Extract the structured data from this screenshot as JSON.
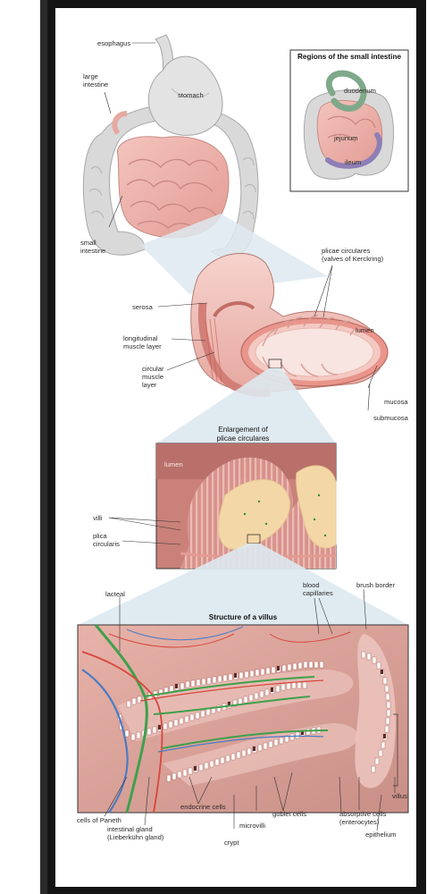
{
  "labels": {
    "esophagus": "esophagus",
    "large_intestine": "large\nintestine",
    "stomach": "stomach",
    "small_intestine": "small\nintestine",
    "inset_title": "Regions of the small intestine",
    "duodenum": "duodenum",
    "jejunum": "jejunum",
    "ileum": "ileum",
    "plicae_circulares": "plicae circulares\n(valves of Kerckring)",
    "serosa": "serosa",
    "longitudinal_muscle": "longitudinal\nmuscle layer",
    "circular_muscle": "circular\nmuscle\nlayer",
    "lumen_1": "lumen",
    "mucosa": "mucosa",
    "submucosa": "submucosa",
    "enlargement_title": "Enlargement of\nplicae circulares",
    "lumen_2": "lumen",
    "villi": "villi",
    "plica_circularis": "plica\ncircularis",
    "lacteal": "lacteal",
    "blood_capillaries": "blood\ncapillaries",
    "brush_border": "brush border",
    "villus_title": "Structure of a villus",
    "cells_of_paneth": "cells of Paneth",
    "endocrine_cells": "endocrine cells",
    "goblet_cells": "goblet cells",
    "absorptive_cells": "absorptive cells\n(enterocytes)",
    "villus": "villus",
    "intestinal_gland": "intestinal gland\n(Lieberkühn gland)",
    "microvilli": "microvilli",
    "crypt": "crypt",
    "epithelium": "epithelium"
  },
  "colors": {
    "frame": "#141414",
    "tissue_pink": "#e8a9a3",
    "tissue_dark": "#c97a74",
    "organ_gray": "#d6d6d6",
    "vein_blue": "#4a7bc4",
    "artery_red": "#d8463c",
    "lacteal_green": "#3fa04c",
    "zoom_blue": "#cfe0ea"
  }
}
